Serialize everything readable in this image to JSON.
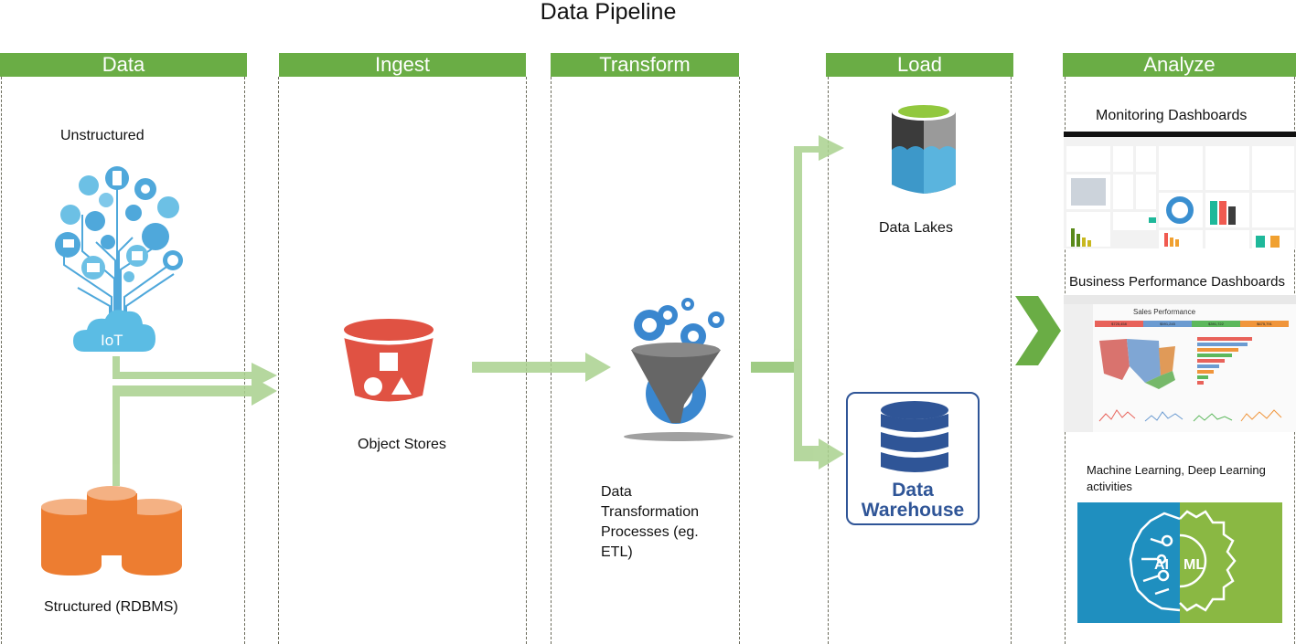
{
  "title": "Data Pipeline",
  "colors": {
    "header_green": "#6aad45",
    "arrow_green": "#a9d18e",
    "chevron_green": "#6aad45",
    "warehouse_blue": "#2f5597",
    "rdbms_orange": "#ed7d31",
    "bucket_red": "#e05243",
    "iot_blue": "#4fa8db"
  },
  "columns": [
    {
      "id": "data",
      "label": "Data"
    },
    {
      "id": "ingest",
      "label": "Ingest"
    },
    {
      "id": "transform",
      "label": "Transform"
    },
    {
      "id": "load",
      "label": "Load"
    },
    {
      "id": "analyze",
      "label": "Analyze"
    }
  ],
  "data": {
    "unstructured_label": "Unstructured",
    "iot_label": "IoT",
    "structured_label": "Structured (RDBMS)",
    "iot_icons": [
      "mobile-icon",
      "signal-icon",
      "settings-icon",
      "shopping-cart-icon",
      "fan-icon",
      "battery-icon",
      "wifi-icon",
      "coffee-icon",
      "twitter-icon",
      "computer-icon",
      "share-icon",
      "mail-icon",
      "gift-icon",
      "clock-icon"
    ]
  },
  "ingest": {
    "object_stores_label": "Object Stores"
  },
  "transform": {
    "process_label_lines": [
      "Data",
      "Transformation",
      "Processes (eg.",
      "ETL)"
    ]
  },
  "load": {
    "data_lakes_label": "Data Lakes",
    "warehouse_line1": "Data",
    "warehouse_line2": "Warehouse"
  },
  "analyze": {
    "monitoring_label": "Monitoring Dashboards",
    "business_label": "Business Performance Dashboards",
    "business_dashboard": {
      "title": "Sales Performance",
      "kpis": [
        "$725,458",
        "$591,245",
        "$391,722",
        "$675,791"
      ],
      "kpi_colors": [
        "#e8625a",
        "#6b9bd1",
        "#5cb85c",
        "#f0953b"
      ]
    },
    "ml_label_line1": "Machine Learning, Deep Learning",
    "ml_label_line2": "activities",
    "ai_text": "AI",
    "ml_text": "ML"
  }
}
